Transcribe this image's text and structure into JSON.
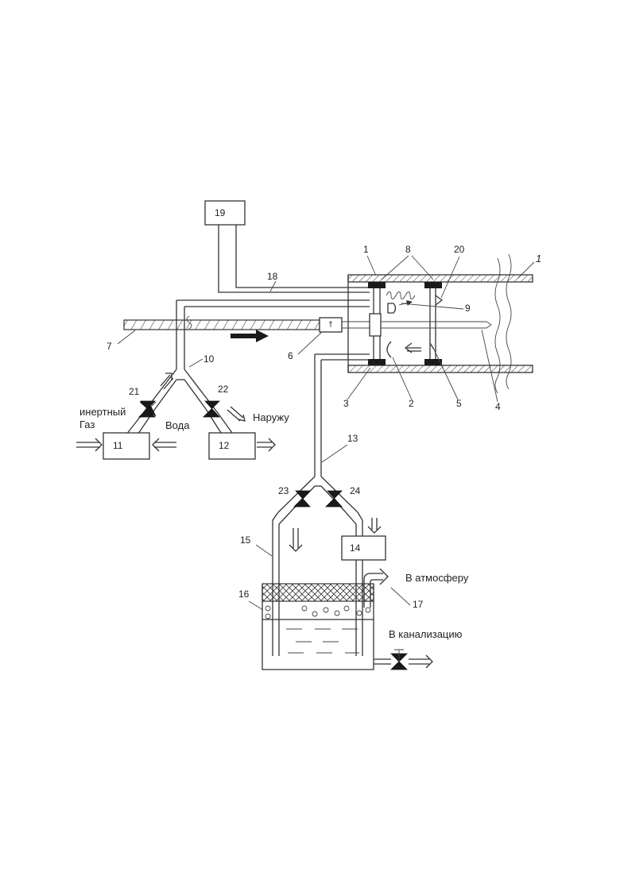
{
  "labels": {
    "n1": "1",
    "n1_script": "1",
    "n2": "2",
    "n3": "3",
    "n4": "4",
    "n5": "5",
    "n6": "6",
    "n7": "7",
    "n8": "8",
    "n9": "9",
    "n10": "10",
    "n13": "13",
    "n15": "15",
    "n16": "16",
    "n17": "17",
    "n18": "18",
    "n20": "20",
    "n21": "21",
    "n22": "22",
    "n23": "23",
    "n24": "24"
  },
  "boxes": {
    "b11": "11",
    "b12": "12",
    "b14": "14",
    "b19": "19"
  },
  "captions": {
    "inert_line1": "инертный",
    "inert_line2": "Газ",
    "water": "Вода",
    "outside": "Наружу",
    "atmosphere": "В атмосферу",
    "sewer": "В канализацию"
  },
  "colors": {
    "ink": "#333333",
    "fill_dark": "#1a1a1a",
    "paper": "#ffffff"
  }
}
